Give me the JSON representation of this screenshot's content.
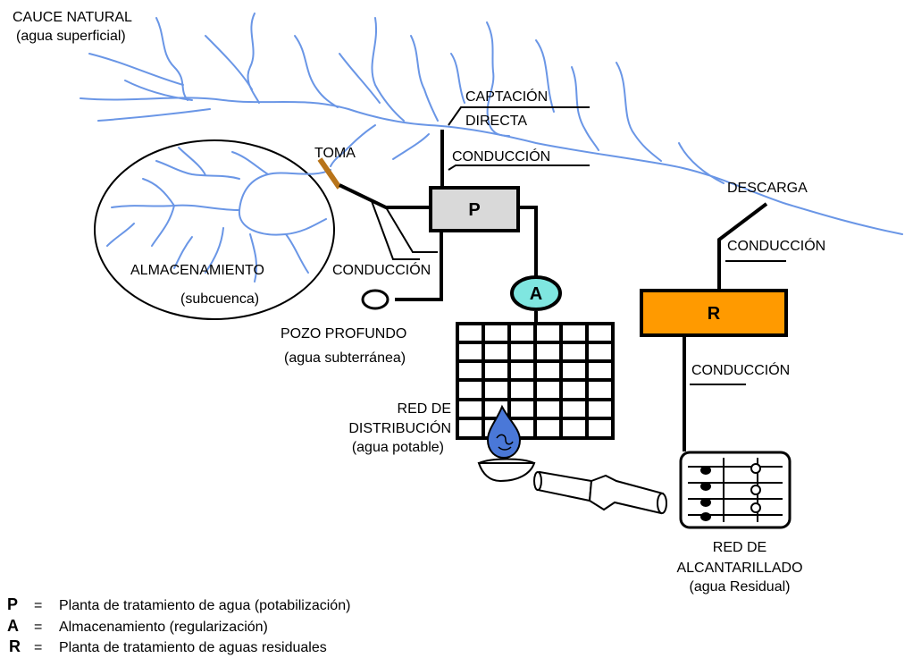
{
  "labels": {
    "cauce": "CAUCE NATURAL",
    "cauce_sub": "(agua superficial)",
    "captacion": "CAPTACIÓN",
    "directa": "DIRECTA",
    "conduccion_top": "CONDUCCIÓN",
    "toma": "TOMA",
    "descarga": "DESCARGA",
    "conduccion_right": "CONDUCCIÓN",
    "almacenamiento": "ALMACENAMIENTO",
    "subcuenca": "(subcuenca)",
    "conduccion_mid": "CONDUCCIÓN",
    "pozo": "POZO PROFUNDO",
    "pozo_sub": "(agua subterránea)",
    "red_dist_1": "RED DE",
    "red_dist_2": "DISTRIBUCIÓN",
    "red_dist_3": "(agua potable)",
    "conduccion_r": "CONDUCCIÓN",
    "red_alc_1": "RED DE",
    "red_alc_2": "ALCANTARILLADO",
    "red_alc_3": "(agua Residual)"
  },
  "nodes": {
    "p": "P",
    "a": "A",
    "r": "R"
  },
  "colors": {
    "river": "#6a96e6",
    "p_box": "#d9d9d9",
    "a_circle": "#7fe6e0",
    "r_box": "#ff9a00",
    "toma": "#b8741a",
    "drop": "#4a78d8"
  },
  "legend": [
    {
      "key": "P",
      "eq": "=",
      "text": "Planta de tratamiento de agua (potabilización)"
    },
    {
      "key": "A",
      "eq": "=",
      "text": "Almacenamiento (regularización)"
    },
    {
      "key": "R",
      "eq": "=",
      "text": "Planta de tratamiento de aguas  residuales"
    }
  ]
}
